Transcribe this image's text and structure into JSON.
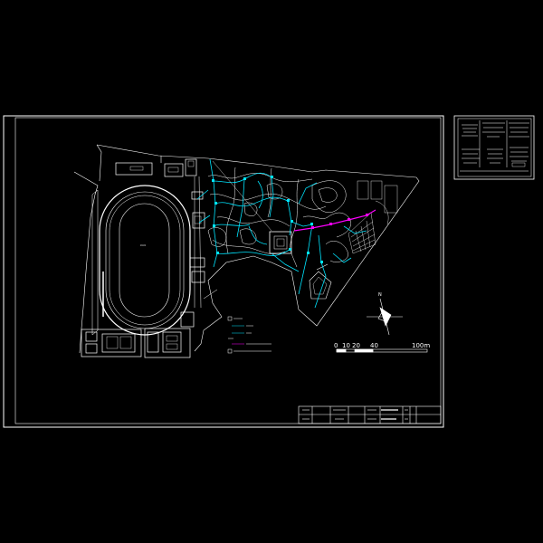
{
  "drawing": {
    "background": "#000000",
    "line_color": "#ffffff",
    "pipe_color": "#00e5ff",
    "main_pipe_color": "#ff00ff"
  },
  "scale_bar": {
    "labels": [
      "0",
      "10",
      "20",
      "40",
      "100m"
    ]
  },
  "north_arrow": {
    "label": "N"
  },
  "labels": {
    "track_field": "",
    "building_north": ""
  }
}
